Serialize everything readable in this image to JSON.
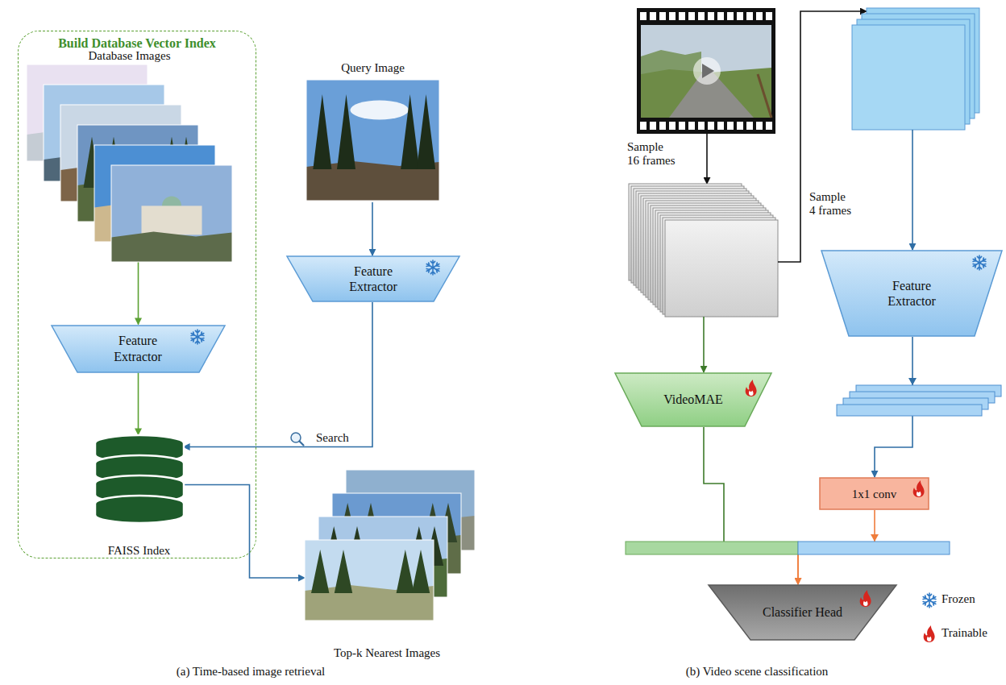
{
  "diagram": {
    "nodes": [
      {
        "text": [
          "Build Database Vector Index"
        ]
      },
      {
        "text": [
          "Database Images"
        ],
        "in": 0
      },
      {
        "text": [
          "Feature Extractor"
        ],
        "in": 0
      },
      {
        "text": [
          "FAISS Index"
        ],
        "in": 0
      },
      {
        "text": [
          "Query Image"
        ]
      },
      {
        "text": [
          "Feature Extractor"
        ]
      },
      {
        "text": [
          "Top-k Nearest Images"
        ]
      },
      {
        "text": [
          "VideoMAE"
        ]
      },
      {
        "text": [
          "Feature Extractor"
        ]
      },
      {
        "text": [
          "1x1 conv"
        ]
      },
      {
        "text": [
          "Classifier Head"
        ]
      }
    ],
    "edges": [
      {
        "from": 1,
        "to": 2,
        "arrow": "to"
      },
      {
        "from": 2,
        "to": 3,
        "arrow": "to"
      },
      {
        "from": 4,
        "to": 5,
        "arrow": "to"
      },
      {
        "from": 5,
        "to": 3,
        "arrow": "to",
        "label": "Search"
      },
      {
        "from": 3,
        "to": 6,
        "arrow": "to"
      },
      {
        "from": 7,
        "to": 10,
        "arrow": "to"
      },
      {
        "from": 8,
        "to": 9,
        "arrow": "to"
      },
      {
        "from": 9,
        "to": 10,
        "arrow": "to"
      }
    ],
    "labels": [
      "Sample 16 frames",
      "Sample 4 frames",
      "(a) Time-based image retrieval",
      "(b) Video scene classification"
    ],
    "legend": [
      {
        "text": "Frozen"
      },
      {
        "text": "Trainable"
      }
    ]
  }
}
